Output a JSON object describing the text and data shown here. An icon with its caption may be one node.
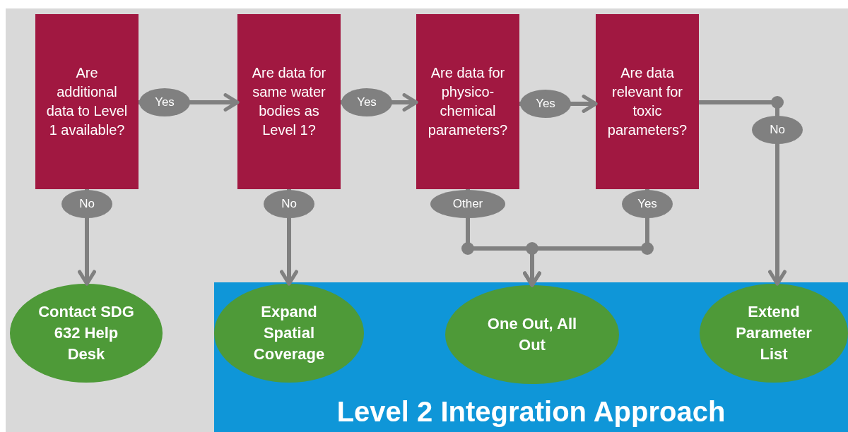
{
  "diagram": {
    "nodes": [
      {
        "text": [
          "Are additional data to Level 1 available?"
        ]
      },
      {
        "text": [
          "Are data for same water bodies as Level 1?"
        ]
      },
      {
        "text": [
          "Are data for physico-chemical parameters?"
        ]
      },
      {
        "text": [
          "Are data relevant for toxic parameters?"
        ]
      },
      {
        "text": [
          "Contact SDG 632 Help Desk"
        ]
      },
      {
        "text": [
          "Level 2 Integration Approach"
        ]
      },
      {
        "text": [
          "Expand Spatial Coverage"
        ],
        "in": 5
      },
      {
        "text": [
          "One Out, All Out"
        ],
        "in": 5
      },
      {
        "text": [
          "Extend Parameter List"
        ],
        "in": 5
      }
    ],
    "edges": [
      {
        "from": 0,
        "to": 1,
        "arrow": "to",
        "label": "Yes"
      },
      {
        "from": 1,
        "to": 2,
        "arrow": "to",
        "label": "Yes"
      },
      {
        "from": 2,
        "to": 3,
        "arrow": "to",
        "label": "Yes"
      },
      {
        "from": 0,
        "to": 4,
        "arrow": "to",
        "label": "No"
      },
      {
        "from": 1,
        "to": 6,
        "arrow": "to",
        "label": "No"
      },
      {
        "from": 2,
        "to": 7,
        "arrow": "to",
        "label": "Other"
      },
      {
        "from": 3,
        "to": 7,
        "arrow": "to",
        "label": "Yes"
      },
      {
        "from": 3,
        "to": 8,
        "arrow": "to",
        "label": "No"
      }
    ]
  }
}
